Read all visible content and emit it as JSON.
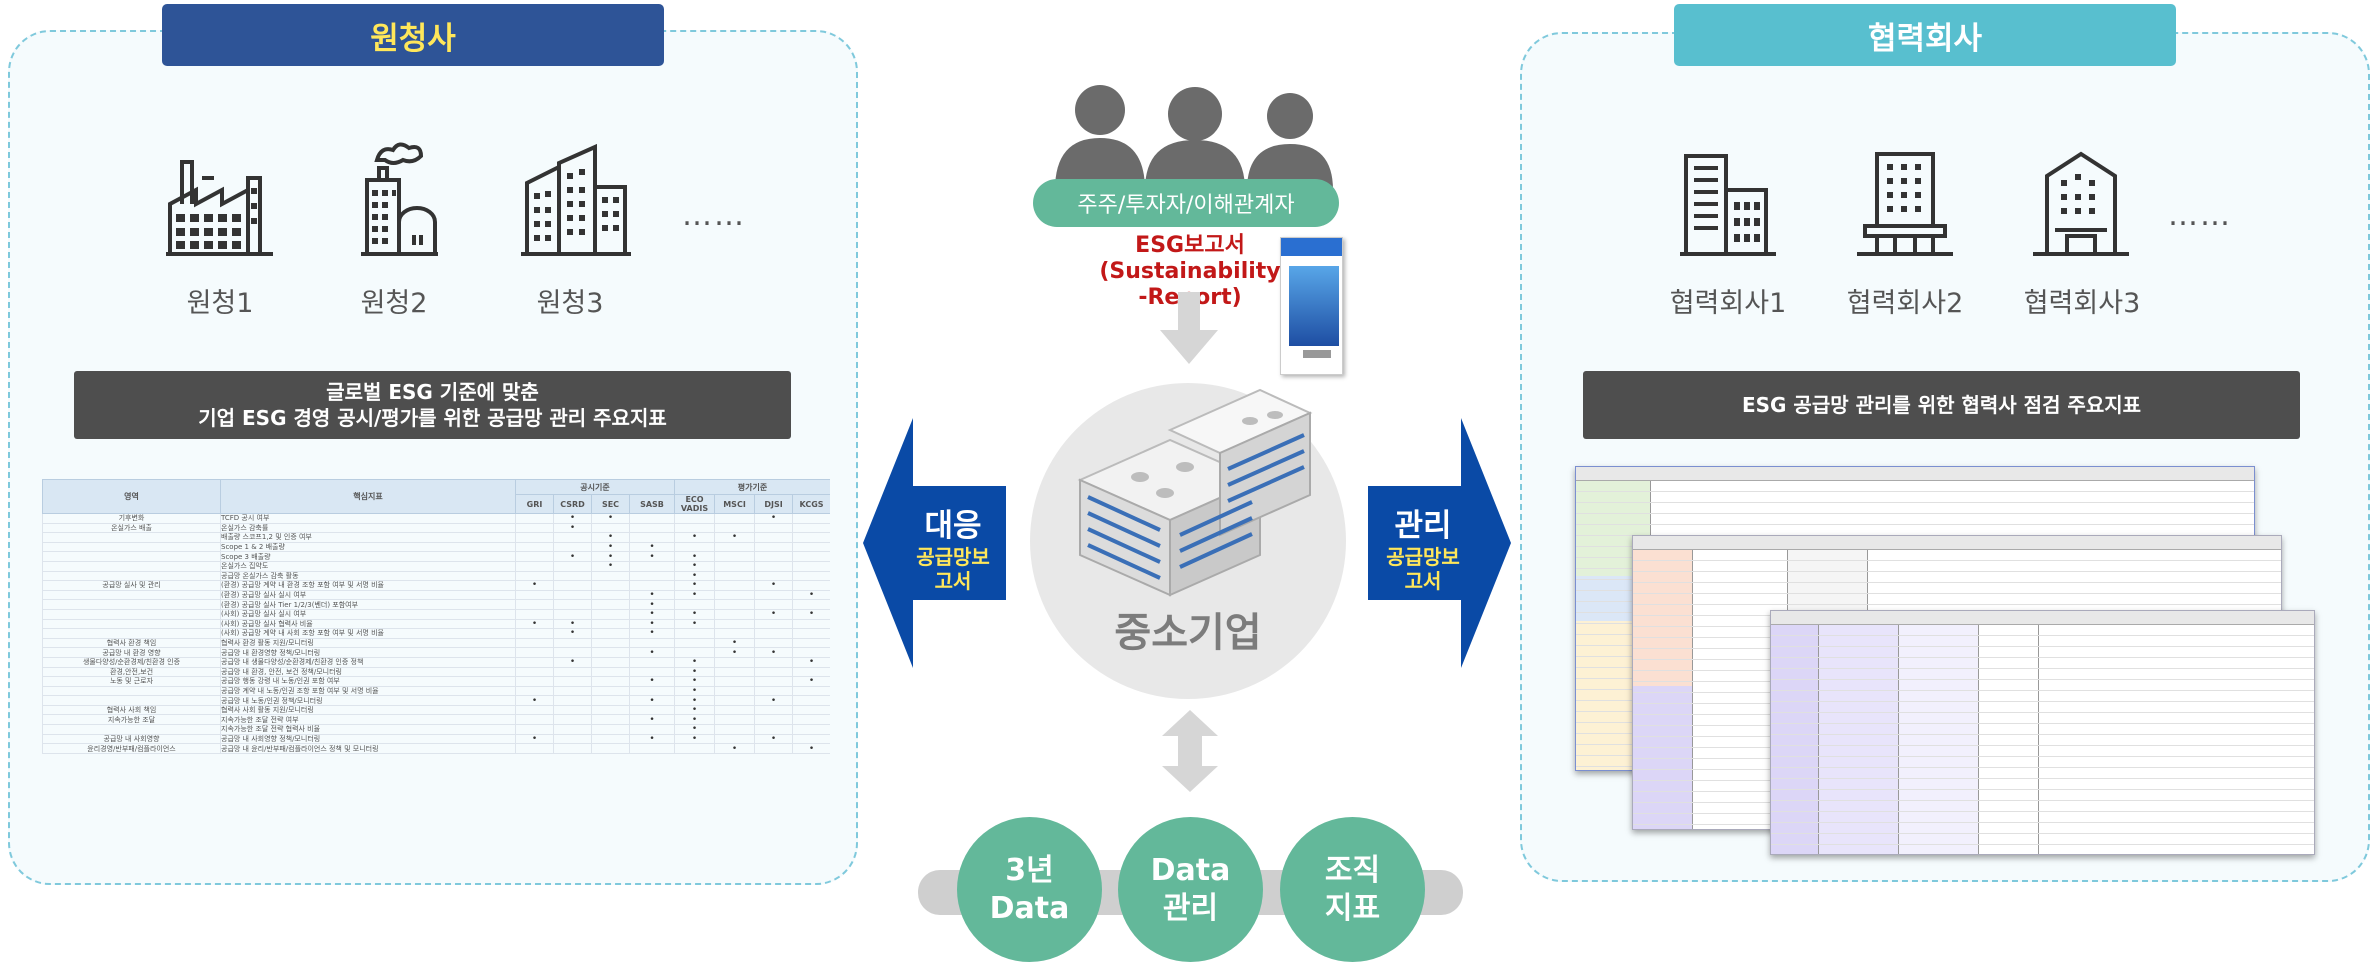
{
  "left": {
    "title": "원청사",
    "buildings": [
      {
        "label": "원청1"
      },
      {
        "label": "원청2"
      },
      {
        "label": "원청3"
      }
    ],
    "more": "……",
    "bar_line1": "글로벌 ESG 기준에 맞춘",
    "bar_line2": "기업 ESG 경영 공시/평가를 위한 공급망 관리 주요지표",
    "table": {
      "h_area": "영역",
      "h_indicator": "핵심지표",
      "h_disclosure": "공시기준",
      "h_evaluation": "평가기준",
      "cols": [
        "GRI",
        "CSRD",
        "SEC",
        "SASB",
        "ECO VADIS",
        "MSCI",
        "DJSI",
        "KCGS"
      ],
      "rows": [
        {
          "area": "기후변화",
          "indicator": "TCFD 공시 여부",
          "marks": [
            0,
            1,
            1,
            0,
            0,
            0,
            1,
            0
          ]
        },
        {
          "area": "온실가스 배출",
          "indicator": "온실가스 감축률",
          "marks": [
            0,
            1,
            0,
            0,
            0,
            0,
            0,
            0
          ]
        },
        {
          "area": "",
          "indicator": "배출량 스코프1,2 및 인증 여부",
          "marks": [
            0,
            0,
            1,
            0,
            1,
            1,
            0,
            0
          ]
        },
        {
          "area": "",
          "indicator": "Scope 1 & 2 배출량",
          "marks": [
            0,
            0,
            1,
            1,
            0,
            0,
            0,
            0
          ]
        },
        {
          "area": "",
          "indicator": "Scope 3 배출량",
          "marks": [
            0,
            1,
            1,
            1,
            1,
            0,
            0,
            0
          ]
        },
        {
          "area": "",
          "indicator": "온실가스 집약도",
          "marks": [
            0,
            0,
            1,
            0,
            1,
            0,
            0,
            0
          ]
        },
        {
          "area": "",
          "indicator": "공급망 온실가스 감축 활동",
          "marks": [
            0,
            0,
            0,
            0,
            1,
            0,
            0,
            0
          ]
        },
        {
          "area": "공급망 실사 및 관리",
          "indicator": "(환경) 공급망 계약 내 환경 조항 포함 여부 및 서명 비율",
          "marks": [
            1,
            0,
            0,
            0,
            1,
            0,
            1,
            0
          ]
        },
        {
          "area": "",
          "indicator": "(환경) 공급망 실사 실시 여부",
          "marks": [
            0,
            0,
            0,
            1,
            1,
            0,
            0,
            1
          ]
        },
        {
          "area": "",
          "indicator": "(환경) 공급망 실사 Tier 1/2/3(벤더) 포함여부",
          "marks": [
            0,
            0,
            0,
            1,
            0,
            0,
            0,
            0
          ]
        },
        {
          "area": "",
          "indicator": "(사회) 공급망 실사 실시 여부",
          "marks": [
            0,
            0,
            0,
            1,
            1,
            0,
            1,
            1
          ]
        },
        {
          "area": "",
          "indicator": "(사회) 공급망 실사 협력사 비율",
          "marks": [
            1,
            1,
            0,
            1,
            1,
            0,
            0,
            0
          ]
        },
        {
          "area": "",
          "indicator": "(사회) 공급망 계약 내 사회 조항 포함 여부 및 서명 비율",
          "marks": [
            0,
            1,
            0,
            1,
            0,
            0,
            0,
            0
          ]
        },
        {
          "area": "협력사 환경 책임",
          "indicator": "협력사 환경 활동 지원/모니터링",
          "marks": [
            0,
            0,
            0,
            0,
            0,
            1,
            0,
            0
          ]
        },
        {
          "area": "공급망 내 환경 영향",
          "indicator": "공급망 내 환경영향 정책/모니터링",
          "marks": [
            0,
            0,
            0,
            1,
            0,
            1,
            1,
            0
          ]
        },
        {
          "area": "생물다양성/순환경제/친환경 인증",
          "indicator": "공급망 내 생물다양성/순환경제/친환경 인증 정책",
          "marks": [
            0,
            1,
            0,
            0,
            1,
            0,
            0,
            1
          ]
        },
        {
          "area": "환경,안전,보건",
          "indicator": "공급망 내 환경, 안전, 보건 정책/모니터링",
          "marks": [
            0,
            0,
            0,
            0,
            1,
            0,
            0,
            0
          ]
        },
        {
          "area": "노동 및 근로자",
          "indicator": "공급망 행동 강령 내 노동/인권 포함 여부",
          "marks": [
            0,
            0,
            0,
            1,
            1,
            0,
            0,
            1
          ]
        },
        {
          "area": "",
          "indicator": "공급망 계약 내 노동/인권 조항 포함 여부 및 서명 비율",
          "marks": [
            0,
            0,
            0,
            0,
            1,
            0,
            0,
            0
          ]
        },
        {
          "area": "",
          "indicator": "공급망 내 노동/인권 정책/모니터링",
          "marks": [
            1,
            0,
            0,
            1,
            1,
            0,
            1,
            0
          ]
        },
        {
          "area": "협력사 사회 책임",
          "indicator": "협력사 사회 활동 지원/모니터링",
          "marks": [
            0,
            0,
            0,
            0,
            1,
            0,
            0,
            0
          ]
        },
        {
          "area": "지속가능한 조달",
          "indicator": "지속가능한 조달 전략 여부",
          "marks": [
            0,
            0,
            0,
            1,
            1,
            0,
            0,
            0
          ]
        },
        {
          "area": "",
          "indicator": "지속가능한 조달 전략 협력사 비율",
          "marks": [
            0,
            0,
            0,
            0,
            1,
            0,
            0,
            0
          ]
        },
        {
          "area": "공급망 내 사회영향",
          "indicator": "공급망 내 사회영향 정책/모니터링",
          "marks": [
            1,
            0,
            0,
            1,
            1,
            0,
            1,
            0
          ]
        },
        {
          "area": "윤리경영/반부패/컴플라이언스",
          "indicator": "공급망 내 윤리/반부패/컴플라이언스 정책 및 모니터링",
          "marks": [
            0,
            0,
            0,
            0,
            0,
            1,
            0,
            1
          ]
        }
      ]
    }
  },
  "center": {
    "stakeholders": "주주/투자자/이해관계자",
    "report_line1": "ESG보고서",
    "report_line2": "(Sustainability",
    "report_line3": "-Report)",
    "company": "중소기업",
    "left_arrow": {
      "main": "대응",
      "sub1": "공급망보",
      "sub2": "고서"
    },
    "right_arrow": {
      "main": "관리",
      "sub1": "공급망보",
      "sub2": "고서"
    },
    "data_items": [
      {
        "line1": "3년",
        "line2": "Data"
      },
      {
        "line1": "Data",
        "line2": "관리"
      },
      {
        "line1": "조직",
        "line2": "지표"
      }
    ]
  },
  "right": {
    "title": "협력회사",
    "buildings": [
      {
        "label": "협력회사1"
      },
      {
        "label": "협력회사2"
      },
      {
        "label": "협력회사3"
      }
    ],
    "more": "……",
    "bar_text": "ESG 공급망 관리를 위한 협력사 점검 주요지표"
  },
  "colors": {
    "navy": "#2e5497",
    "teal": "#58bfcf",
    "green": "#63b89a",
    "arrow_blue": "#0a4aa6",
    "report_red": "#c21818",
    "yellow": "#ffe75a"
  }
}
